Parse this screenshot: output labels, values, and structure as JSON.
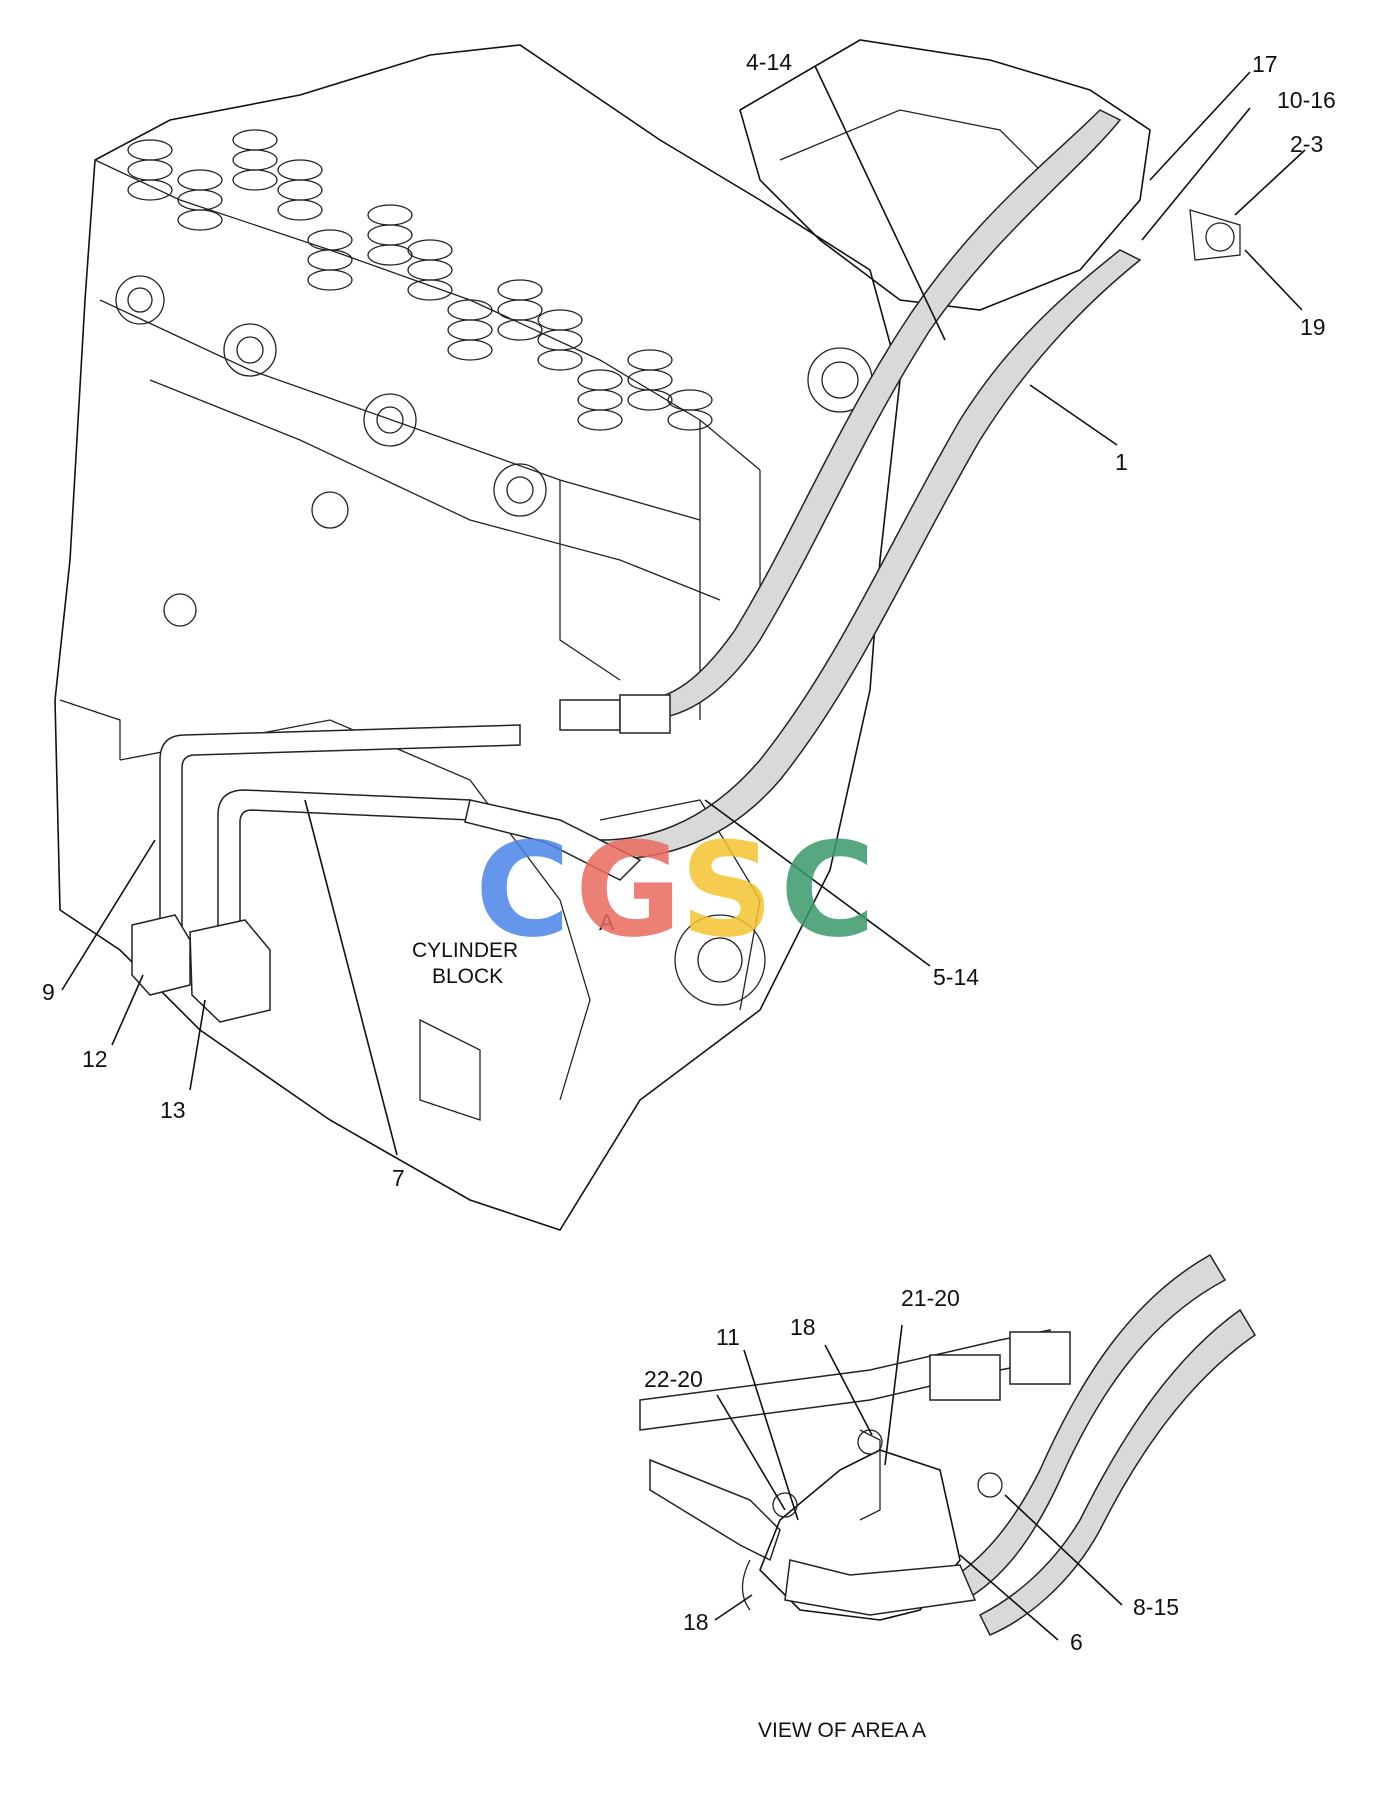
{
  "main_view": {
    "labels": {
      "l_4_14": "4-14",
      "l_17": "17",
      "l_10_16": "10-16",
      "l_2_3": "2-3",
      "l_19": "19",
      "l_1": "1",
      "l_5_14": "5-14",
      "l_9": "9",
      "l_12": "12",
      "l_13": "13",
      "l_7": "7",
      "l_A": "A"
    },
    "cylinder_block_line1": "CYLINDER",
    "cylinder_block_line2": "BLOCK"
  },
  "detail_view": {
    "labels": {
      "l_21_20": "21-20",
      "l_18_top": "18",
      "l_11": "11",
      "l_22_20": "22-20",
      "l_8_15": "8-15",
      "l_18_bottom": "18",
      "l_6": "6"
    },
    "caption": "VIEW OF AREA  A"
  },
  "watermark": {
    "letters": [
      "C",
      "G",
      "S",
      "C"
    ],
    "colors": [
      "#4a86e8",
      "#ea6b5f",
      "#f4c430",
      "#3a9a6a"
    ]
  }
}
